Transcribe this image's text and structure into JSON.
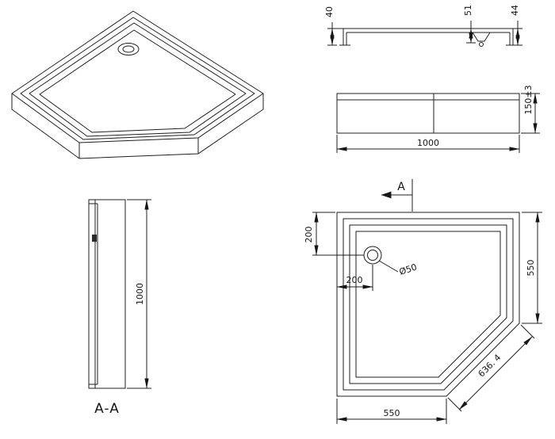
{
  "meta": {
    "background": "#ffffff",
    "line_color": "#1f1f1f"
  },
  "views": {
    "iso": {
      "name": "isometric-projection"
    },
    "profile": {
      "dims": {
        "d40": "40",
        "d51": "51",
        "d44": "44"
      }
    },
    "elevation": {
      "width": "1000",
      "height": "150±3"
    },
    "section": {
      "height": "1000",
      "label": "A-A"
    },
    "plan": {
      "marker": "A",
      "top_offset": "200",
      "left_offset": "200",
      "drain": "Ø50",
      "right_edge": "550",
      "bottom_edge": "550",
      "diagonal": "636. 4"
    }
  }
}
